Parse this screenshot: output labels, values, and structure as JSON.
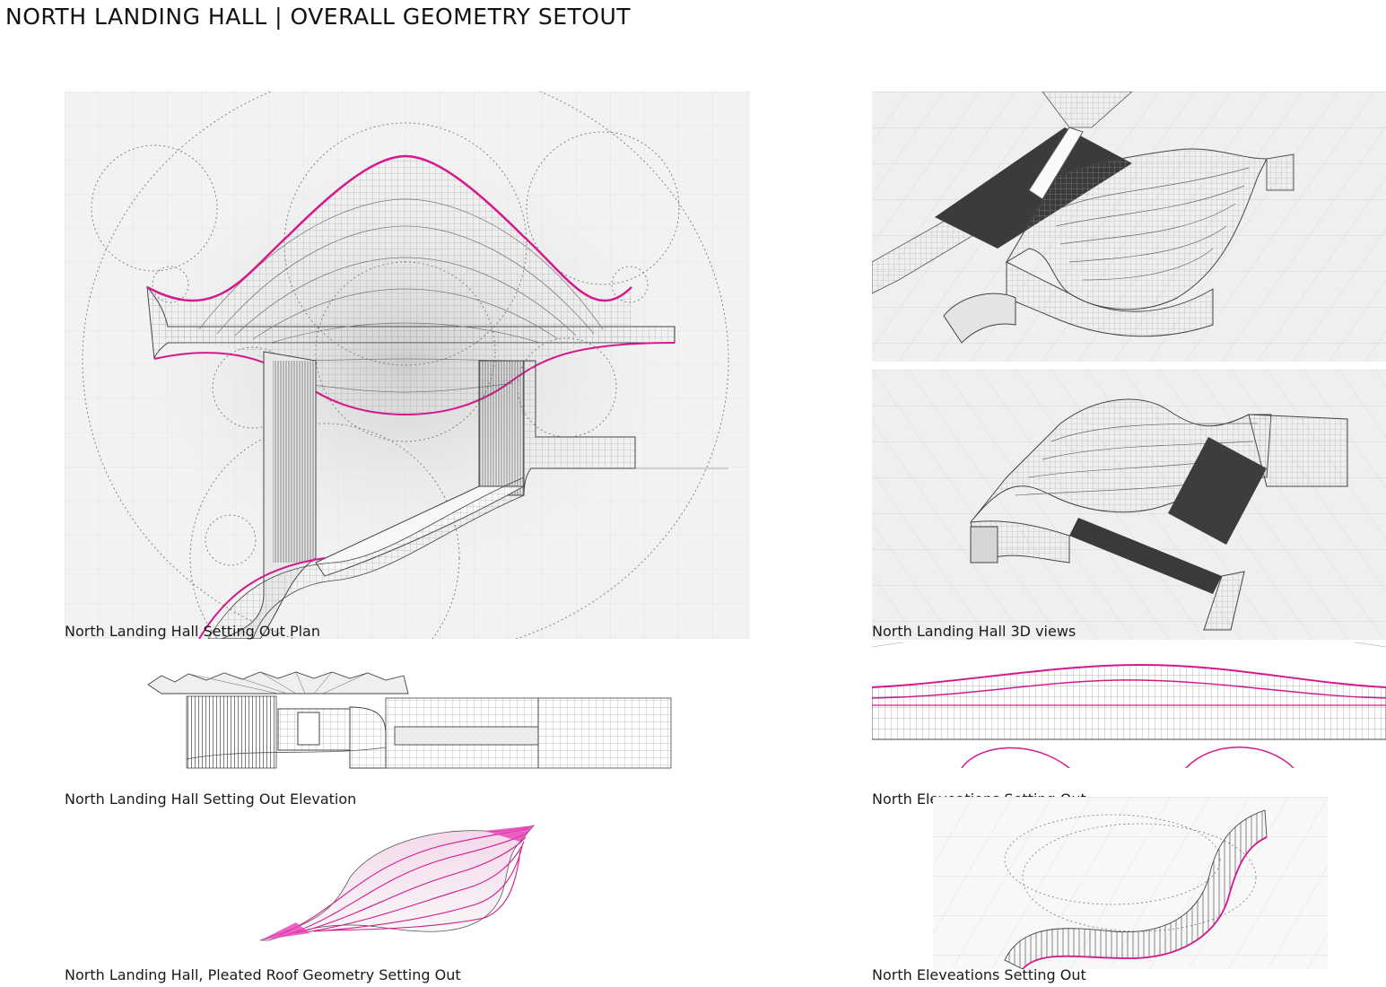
{
  "page": {
    "title": "NORTH LANDING HALL | OVERALL GEOMETRY SETOUT"
  },
  "colors": {
    "accent_magenta": "#d4198f",
    "linework": "#6d6d6d",
    "background_panel": "#f1f1f1",
    "dark_shade": "#3a3a3a"
  },
  "panels": [
    {
      "id": "plan",
      "caption": "North Landing Hall Setting Out Plan"
    },
    {
      "id": "views3d",
      "caption": "North Landing Hall 3D views"
    },
    {
      "id": "elevation",
      "caption": "North Landing Hall Setting Out Elevation"
    },
    {
      "id": "north-elevations",
      "caption": "North Eleveations Setting Out"
    },
    {
      "id": "roof",
      "caption": "North Landing Hall, Pleated Roof Geometry Setting Out"
    },
    {
      "id": "ribbon",
      "caption": "North Eleveations Setting Out"
    }
  ]
}
